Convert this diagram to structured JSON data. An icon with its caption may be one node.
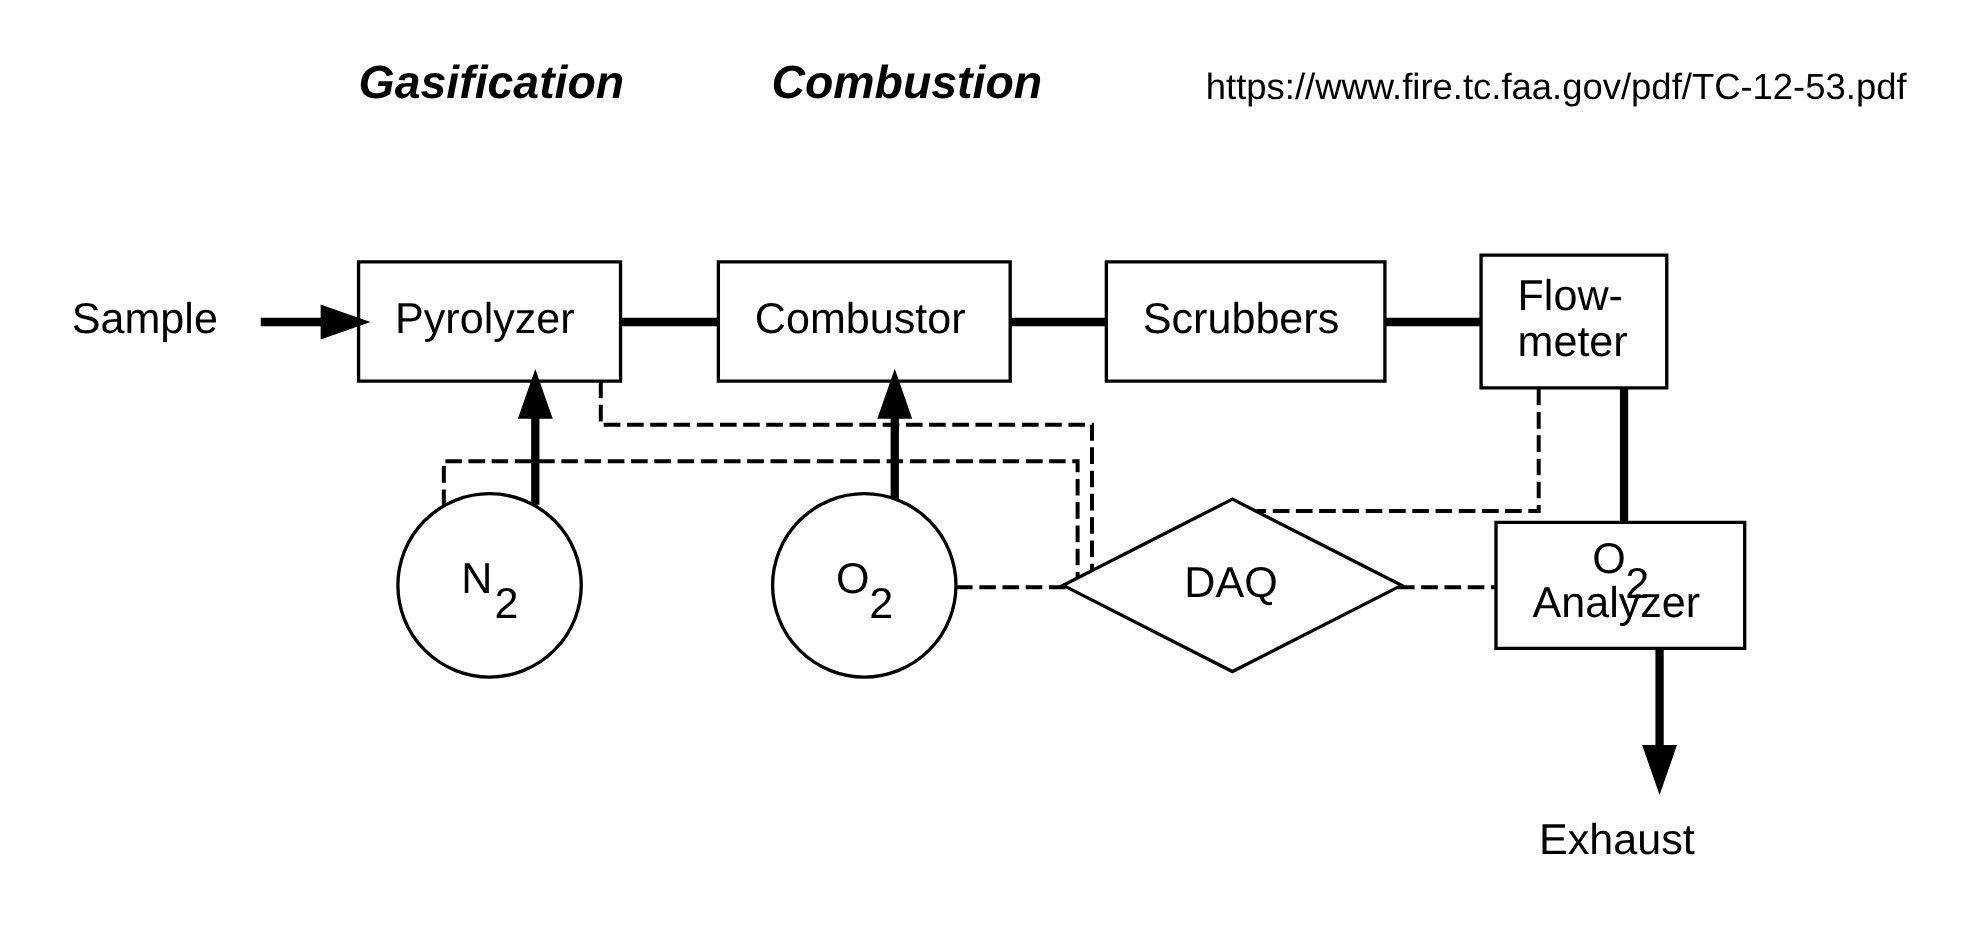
{
  "diagram": {
    "nodes": [
      {
        "text": [
          "Sample"
        ]
      },
      {
        "text": [
          "Pyrolyzer"
        ]
      },
      {
        "text": [
          "Combustor"
        ]
      },
      {
        "text": [
          "Scrubbers"
        ]
      },
      {
        "text": [
          "Flow- meter"
        ]
      },
      {
        "text": [
          "N$_{2}$"
        ]
      },
      {
        "text": [
          "O$_{2}$"
        ]
      },
      {
        "text": [
          "DAQ"
        ]
      },
      {
        "text": [
          "O$_{2}$ Analyzer"
        ]
      },
      {
        "text": [
          "Exhaust"
        ]
      }
    ],
    "edges": [
      {
        "from": 0,
        "to": 1,
        "arrow": "to"
      },
      {
        "from": 1,
        "to": 2,
        "arrow": "none"
      },
      {
        "from": 2,
        "to": 3,
        "arrow": "none"
      },
      {
        "from": 3,
        "to": 4,
        "arrow": "none"
      },
      {
        "from": 5,
        "to": 1,
        "arrow": "to"
      },
      {
        "from": 6,
        "to": 2,
        "arrow": "to"
      },
      {
        "from": 4,
        "to": 8,
        "arrow": "none"
      },
      {
        "from": 8,
        "to": 9,
        "arrow": "to"
      },
      {
        "from": 1,
        "to": 7,
        "arrow": "none",
        "style": "dashed"
      },
      {
        "from": 4,
        "to": 7,
        "arrow": "none",
        "style": "dashed"
      },
      {
        "from": 7,
        "to": 8,
        "arrow": "none",
        "style": "dashed"
      },
      {
        "from": 5,
        "to": 7,
        "arrow": "none",
        "style": "dashed"
      },
      {
        "from": 6,
        "to": 7,
        "arrow": "none",
        "style": "dashed"
      }
    ],
    "labels": [
      "https://www.fire.tc.faa.gov/pdf/TC-12-53.pdf",
      "Gasification",
      "Combustion"
    ]
  }
}
